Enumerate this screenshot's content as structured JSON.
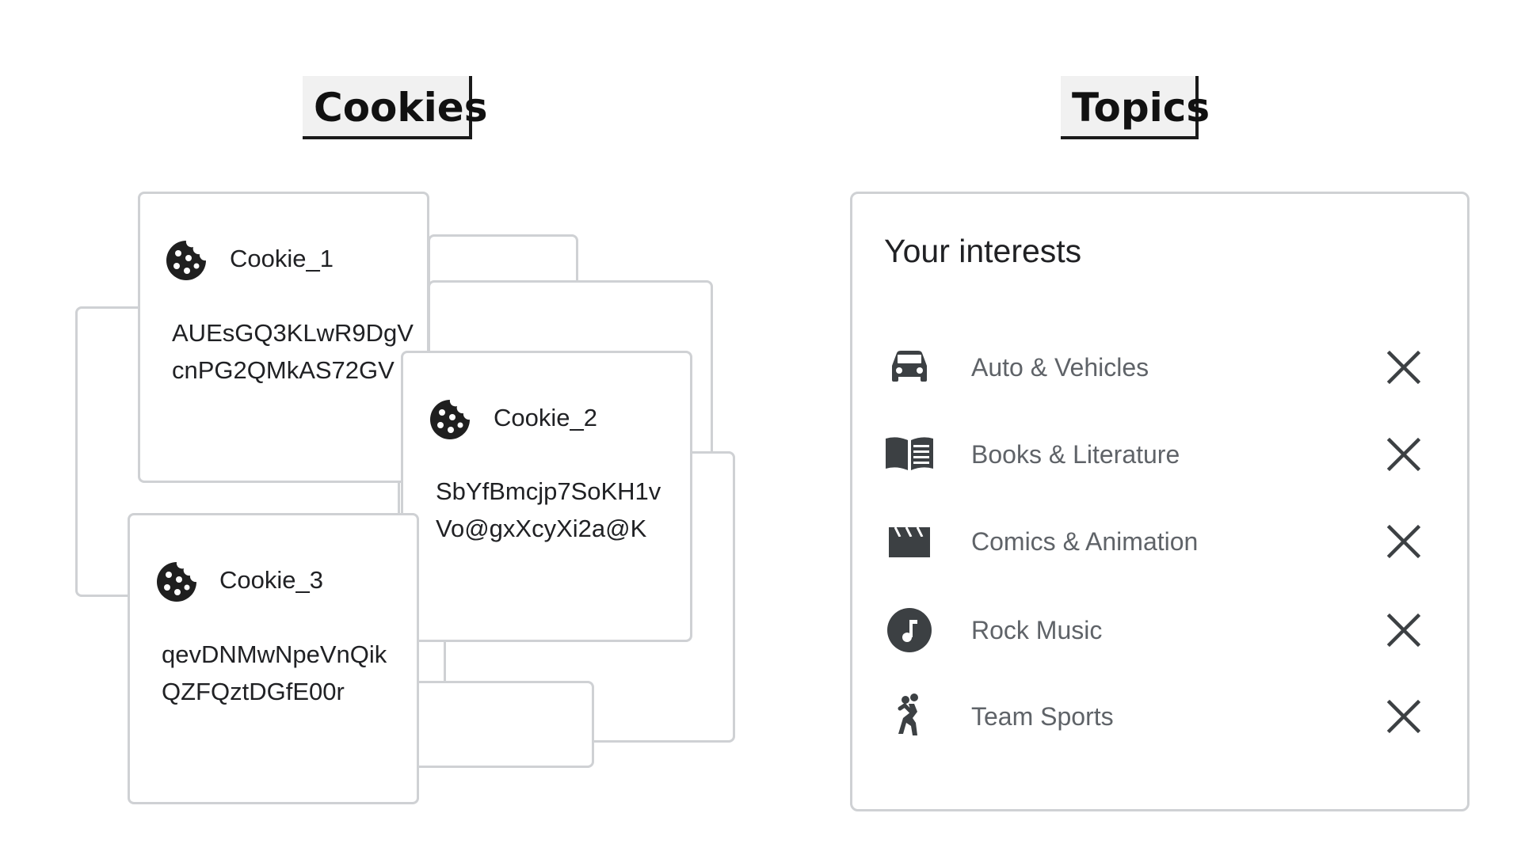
{
  "headings": {
    "cookies": "Cookies",
    "topics": "Topics"
  },
  "cookies": [
    {
      "name": "Cookie_1",
      "value_line1": "AUEsGQ3KLwR9DgV",
      "value_line2": "cnPG2QMkAS72GV",
      "icon": "cookie-icon"
    },
    {
      "name": "Cookie_2",
      "value_line1": "SbYfBmcjp7SoKH1v",
      "value_line2": "Vo@gxXcyXi2a@K",
      "icon": "cookie-icon"
    },
    {
      "name": "Cookie_3",
      "value_line1": "qevDNMwNpeVnQik",
      "value_line2": "QZFQztDGfE00r",
      "icon": "cookie-icon"
    }
  ],
  "topics_panel": {
    "title": "Your interests",
    "items": [
      {
        "label": "Auto & Vehicles",
        "icon": "car-icon"
      },
      {
        "label": "Books & Literature",
        "icon": "book-icon"
      },
      {
        "label": "Comics & Animation",
        "icon": "clapperboard-icon"
      },
      {
        "label": "Rock Music",
        "icon": "music-note-icon"
      },
      {
        "label": "Team Sports",
        "icon": "athlete-icon"
      }
    ],
    "remove_icon": "close-icon"
  },
  "colors": {
    "card_border": "#cfd1d4",
    "icon": "#3c4043",
    "text": "#202124",
    "secondary_text": "#5f6368",
    "heading_bg": "#f1f1f1"
  }
}
